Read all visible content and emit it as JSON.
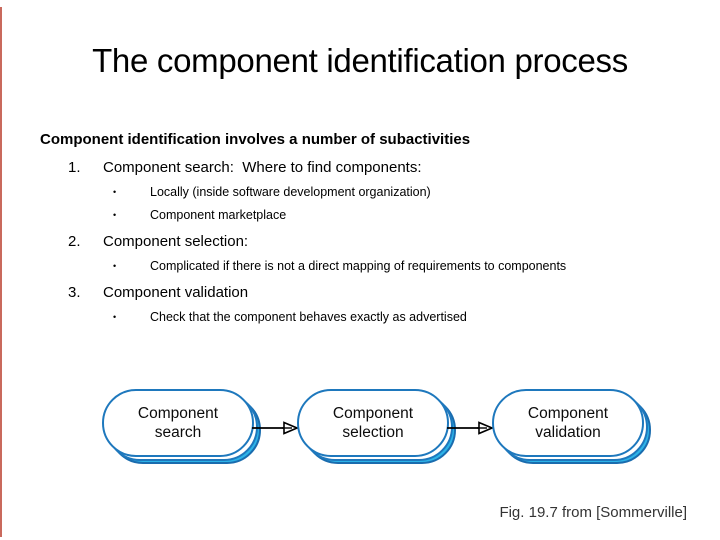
{
  "colors": {
    "accent_line": "#bb4433",
    "box_border": "#1e78bd",
    "box_shadow_fill": "#2db3e8",
    "arrow": "#000000",
    "text": "#000000"
  },
  "slide": {
    "title": "The component identification process",
    "heading": "Component identification involves a number of subactivities",
    "bullet_char": "•",
    "items": [
      {
        "number": "1.",
        "text": "Component search:  Where to find components:",
        "subs": [
          "Locally (inside software development organization)",
          "Component marketplace"
        ]
      },
      {
        "number": "2.",
        "text": "Component selection:",
        "subs": [
          "Complicated if there is not a direct mapping of requirements to components"
        ]
      },
      {
        "number": "3.",
        "text": "Component validation",
        "subs": [
          "Check that the component behaves exactly as advertised"
        ]
      }
    ],
    "caption": "Fig. 19.7 from [Sommerville]"
  },
  "diagram": {
    "boxes": [
      {
        "line1": "Component",
        "line2": "search"
      },
      {
        "line1": "Component",
        "line2": "selection"
      },
      {
        "line1": "Component",
        "line2": "validation"
      }
    ]
  }
}
